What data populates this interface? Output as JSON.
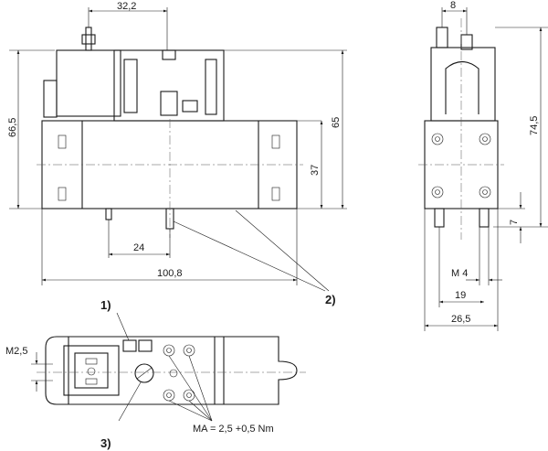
{
  "dimensions": {
    "top_width": "32,2",
    "left_height": "66,5",
    "right_height": "65",
    "inner_height": "37",
    "pin_offset": "24",
    "total_length": "100,8",
    "side_top_width": "8",
    "side_height": "74,5",
    "side_pin": "7",
    "side_thread": "M 4",
    "side_inner_width": "19",
    "side_total_width": "26,5",
    "plan_thread": "M2,5"
  },
  "callouts": {
    "note_1": "1)",
    "note_2": "2)",
    "note_3": "3)",
    "torque": "MA = 2,5 +0,5 Nm"
  }
}
